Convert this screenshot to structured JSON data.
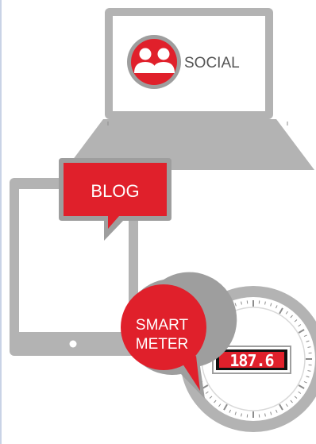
{
  "nodes": {
    "social": {
      "label": "SOCIAL",
      "icon": "users-icon"
    },
    "blog": {
      "label": "BLOG"
    },
    "smart_meter": {
      "line1": "SMART",
      "line2": "METER"
    },
    "meter_display": {
      "reading": "187.6"
    }
  },
  "colors": {
    "accent": "#e0202b",
    "device_gray": "#b3b3b3",
    "dark_gray": "#8c8c8c",
    "display_black": "#111111",
    "white": "#ffffff"
  }
}
